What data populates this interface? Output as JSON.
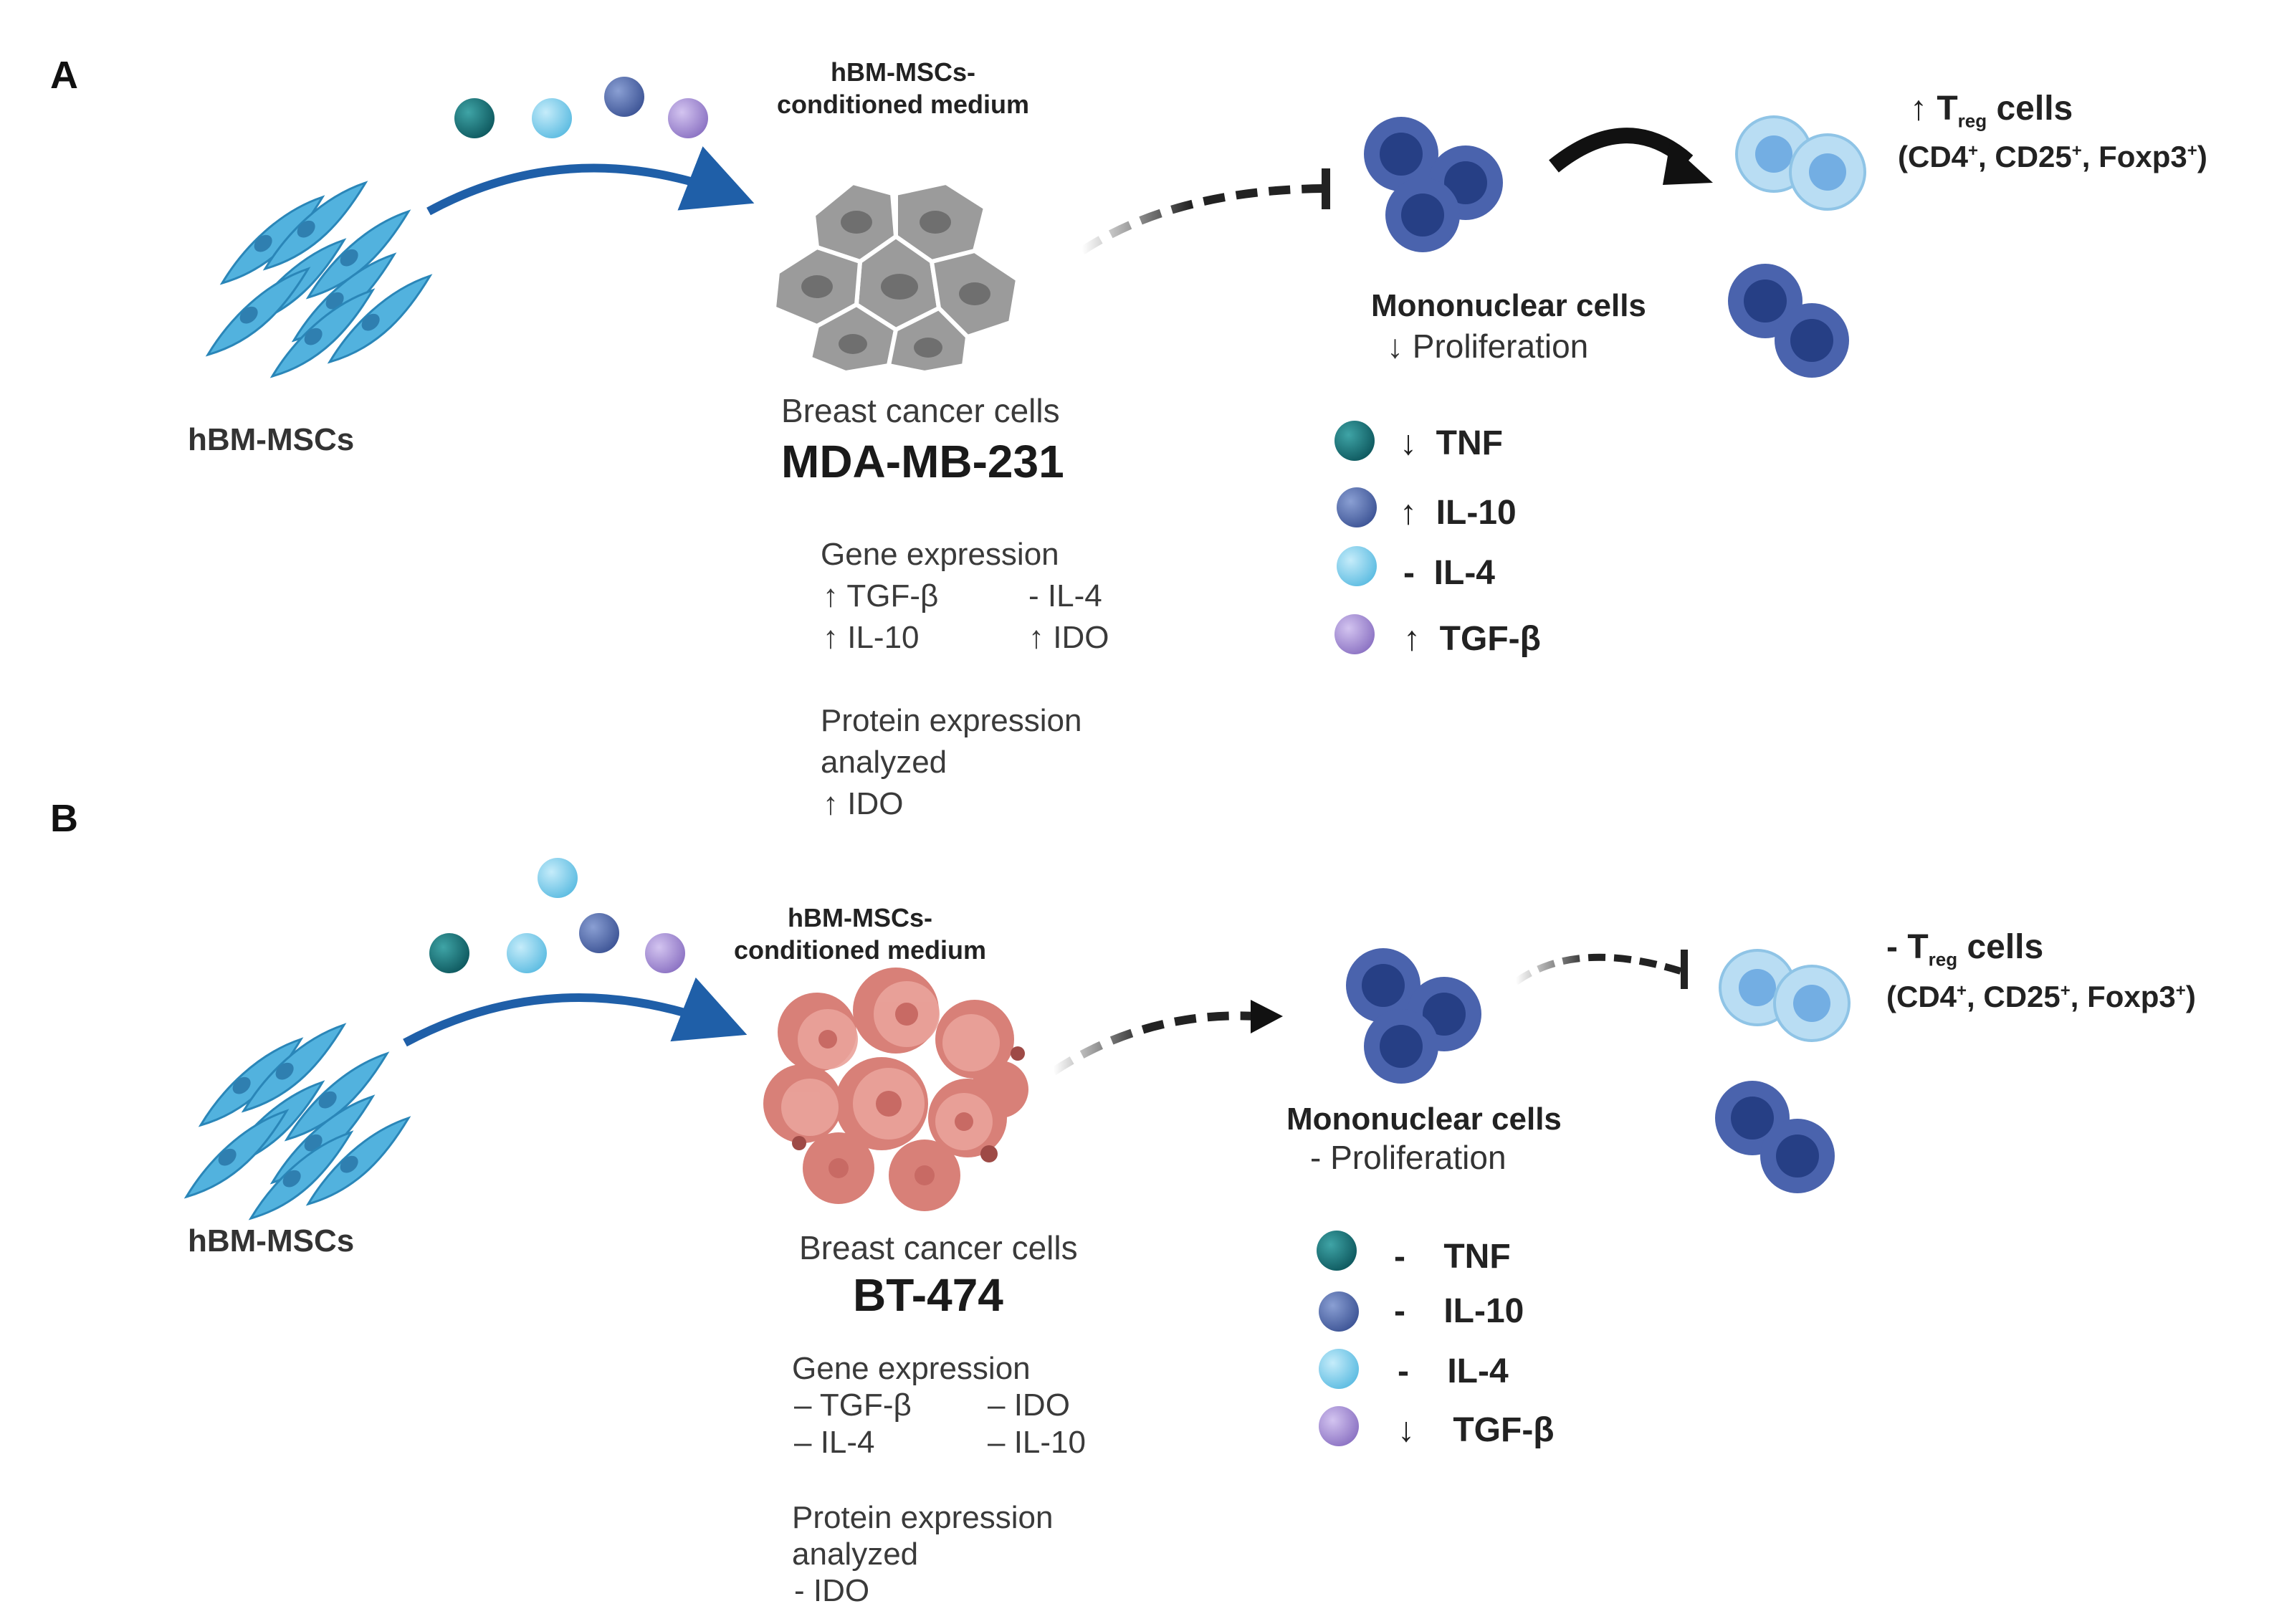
{
  "colors": {
    "msc_cell": "#4aa8d8",
    "arrow_blue": "#1f5fa8",
    "dot_teal": "#1b6f74",
    "dot_lightblue": "#8fd2ec",
    "dot_blue": "#5a74b4",
    "dot_purple": "#a993d6",
    "mda_cell": "#9a9a9a",
    "bt474_cell": "#e6958c",
    "mononuclear": "#3e5aa5",
    "treg": "#a9d3ef"
  },
  "panel_a": {
    "label": "A",
    "medium_label": "hBM-MSCs-\nconditioned medium",
    "msc_label": "hBM-MSCs",
    "cancer_subtitle": "Breast cancer cells",
    "cancer_name": "MDA-MB-231",
    "gene_title": "Gene expression",
    "gene_left": [
      "↑ TGF-β",
      "↑  IL-10"
    ],
    "gene_right": [
      "-  IL-4",
      "↑ IDO"
    ],
    "protein_title_1": "Protein expression",
    "protein_title_2": "analyzed",
    "protein_value": "↑ IDO",
    "mono_label": "Mononuclear cells",
    "prolif_label": "↓ Proliferation",
    "cytokines": [
      {
        "arrow": "↓",
        "name": "TNF",
        "icon": "teal-dot-icon"
      },
      {
        "arrow": "↑",
        "name": "IL-10",
        "icon": "blue-dot-icon"
      },
      {
        "arrow": "-",
        "name": "IL-4",
        "icon": "lightblue-dot-icon"
      },
      {
        "arrow": "↑",
        "name": "TGF-β",
        "icon": "purple-dot-icon"
      }
    ],
    "treg_prefix": "↑  T",
    "treg_sub": "reg",
    "treg_suffix": " cells",
    "treg_markers": [
      "(CD4",
      "+",
      ", CD25",
      "+",
      ", Foxp3",
      "+",
      ")"
    ]
  },
  "panel_b": {
    "label": "B",
    "medium_label": "hBM-MSCs-\nconditioned medium",
    "msc_label": "hBM-MSCs",
    "cancer_subtitle": "Breast cancer cells",
    "cancer_name": "BT-474",
    "gene_title": "Gene expression",
    "gene_left": [
      "– TGF-β",
      "– IL-4"
    ],
    "gene_right": [
      "–  IDO",
      "–  IL-10"
    ],
    "protein_title_1": "Protein expression",
    "protein_title_2": "analyzed",
    "protein_value": "-  IDO",
    "mono_label": "Mononuclear cells",
    "prolif_label": "- Proliferation",
    "cytokines": [
      {
        "arrow": "-",
        "name": "TNF",
        "icon": "teal-dot-icon"
      },
      {
        "arrow": "-",
        "name": "IL-10",
        "icon": "blue-dot-icon"
      },
      {
        "arrow": "-",
        "name": "IL-4",
        "icon": "lightblue-dot-icon"
      },
      {
        "arrow": "↓",
        "name": "TGF-β",
        "icon": "purple-dot-icon"
      }
    ],
    "treg_prefix": "- T",
    "treg_sub": "reg",
    "treg_suffix": " cells",
    "treg_markers": [
      "(CD4",
      "+",
      ", CD25",
      "+",
      ", Foxp3",
      "+",
      ")"
    ]
  }
}
